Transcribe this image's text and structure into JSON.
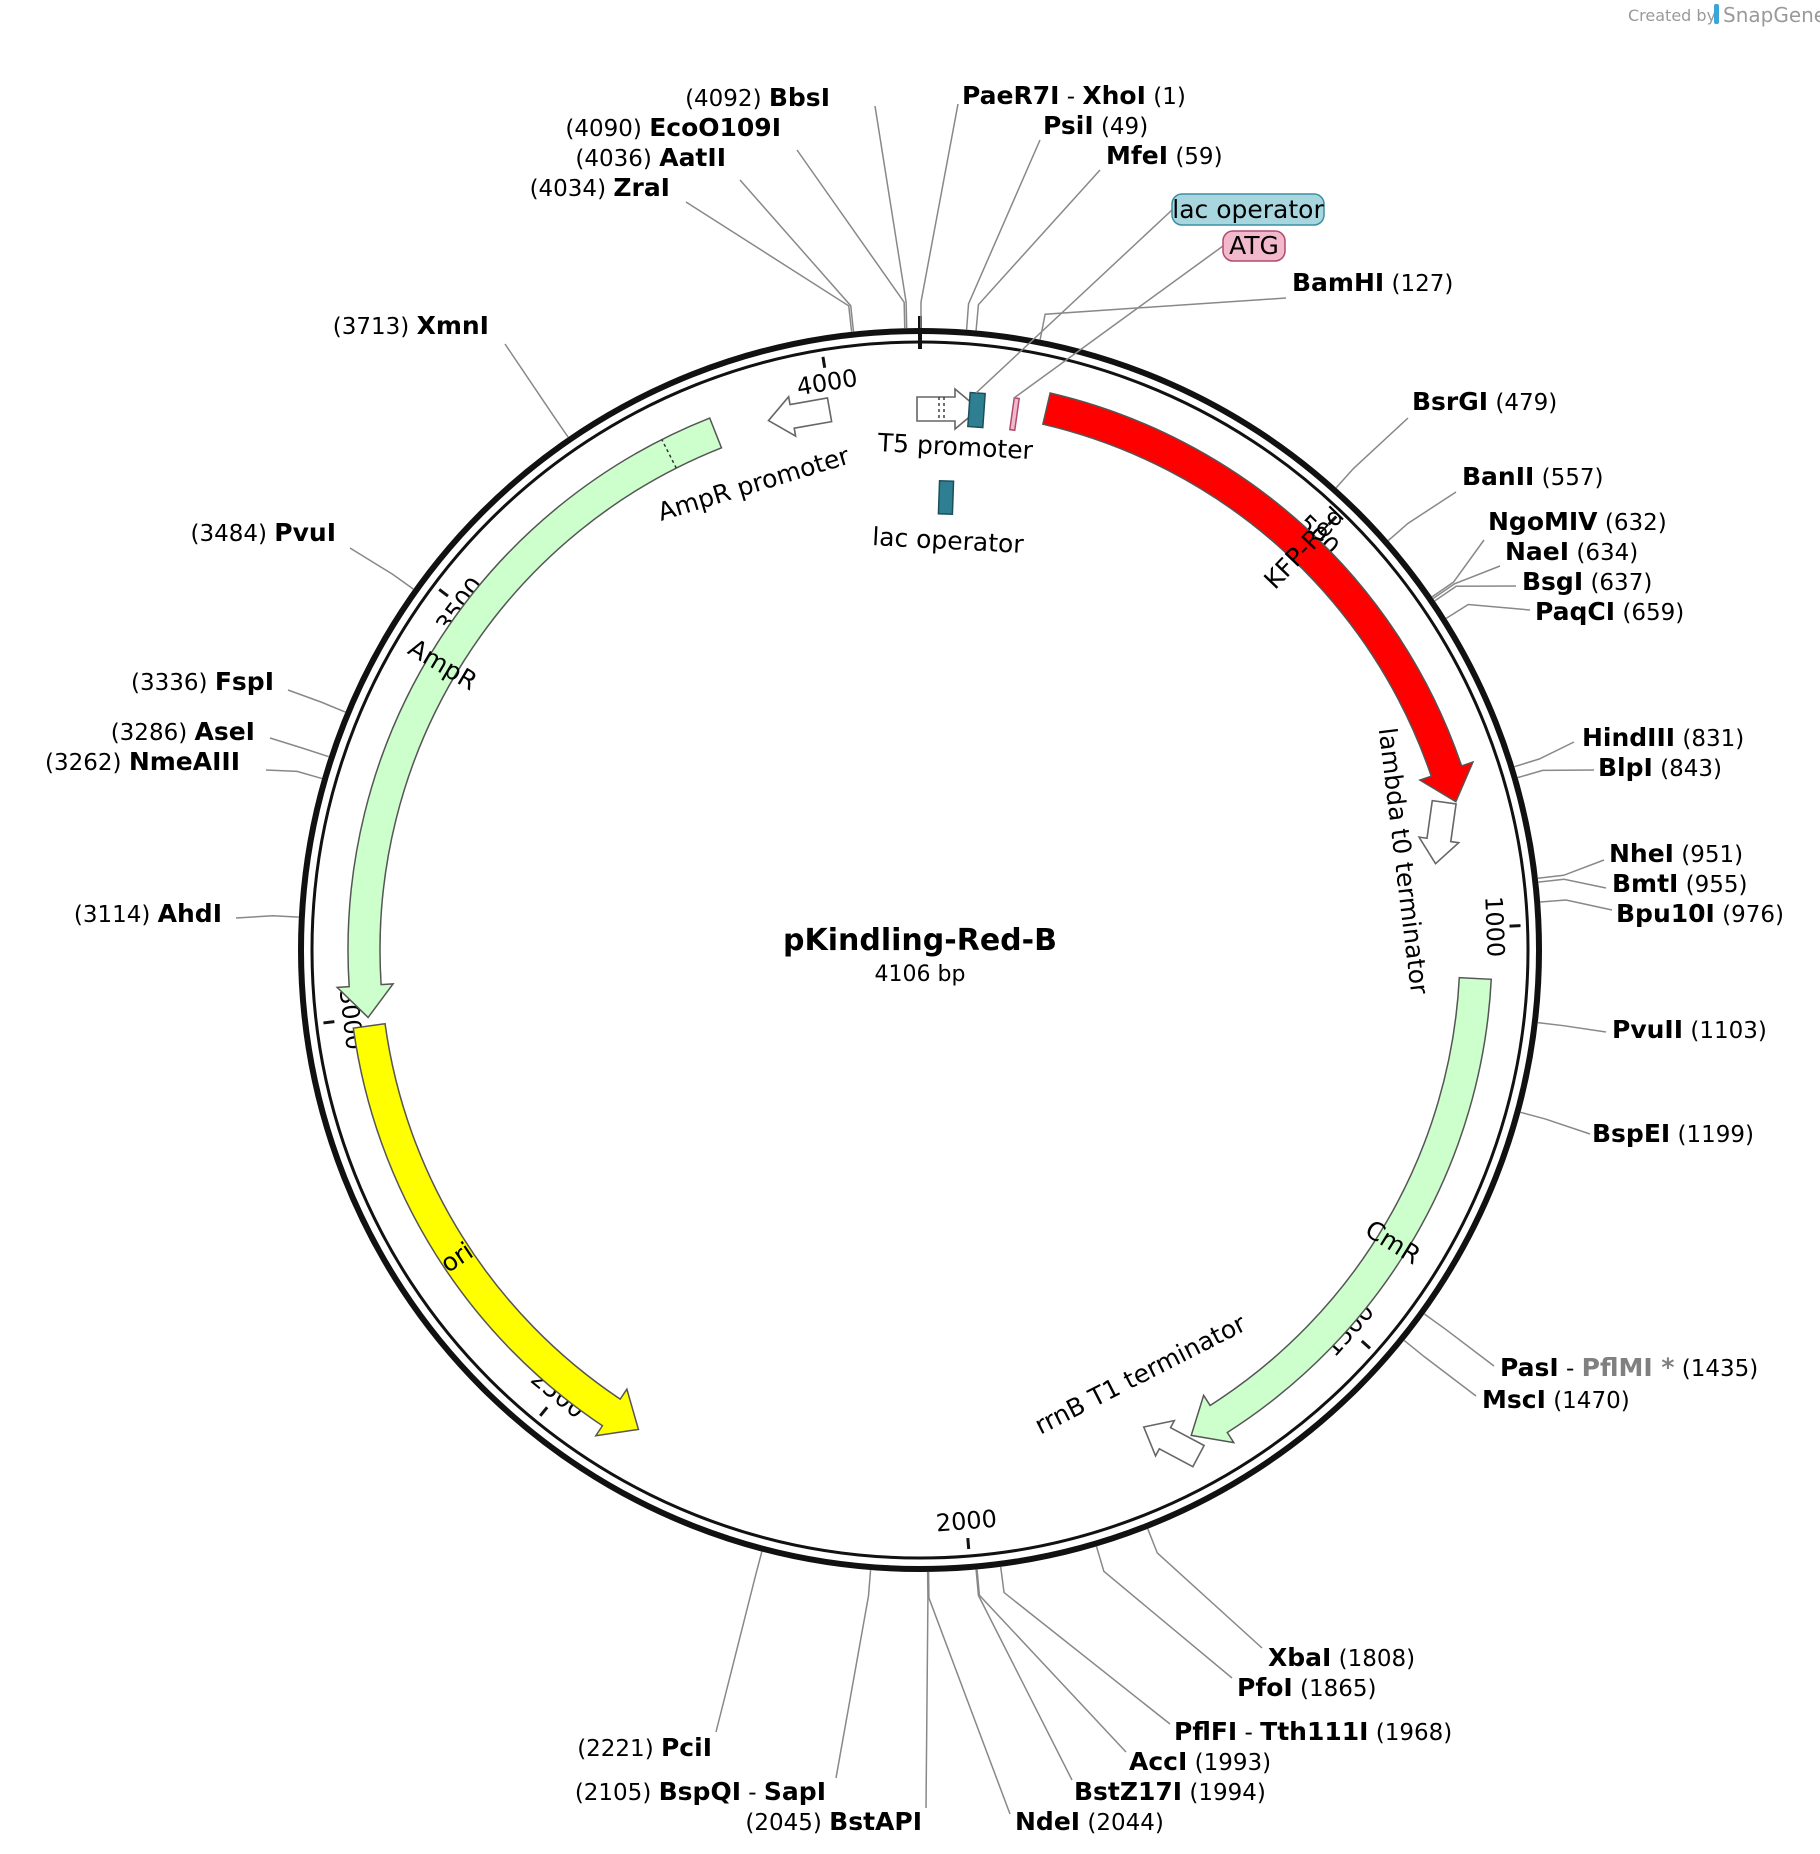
{
  "credit": {
    "created_by": "Created by",
    "brand": "SnapGene"
  },
  "plasmid": {
    "name": "pKindling-Red-B",
    "length": 4106,
    "length_label": "4106 bp"
  },
  "ticks": [
    {
      "pos": 500,
      "label": "500"
    },
    {
      "pos": 1000,
      "label": "1000"
    },
    {
      "pos": 1500,
      "label": "1500"
    },
    {
      "pos": 2000,
      "label": "2000"
    },
    {
      "pos": 2500,
      "label": "2500"
    },
    {
      "pos": 3000,
      "label": "3000"
    },
    {
      "pos": 3500,
      "label": "3500"
    },
    {
      "pos": 4000,
      "label": "4000"
    }
  ],
  "features": [
    {
      "name": "KFP-Red",
      "start": 150,
      "end": 850,
      "strand": 1,
      "color": "#ff0000",
      "text_color": "#ffffff",
      "label_inside": true
    },
    {
      "name": "CmR",
      "start": 1060,
      "end": 1720,
      "strand": 1,
      "color": "#ccffcc",
      "text_color": "#000000",
      "label_inside": true
    },
    {
      "name": "AmpR",
      "start": 3000,
      "end": 3860,
      "strand": -1,
      "color": "#ccffcc",
      "text_color": "#000000",
      "label_inside": true
    },
    {
      "name": "ori",
      "start": 2400,
      "end": 2990,
      "strand": -1,
      "color": "#ffff00",
      "text_color": "#000000",
      "label_inside": true
    }
  ],
  "small_arrows": [
    {
      "name": "T5 promoter",
      "pos": 4106,
      "strand": 1
    },
    {
      "name": "AmpR promoter",
      "pos": 3890,
      "strand": -1
    },
    {
      "name": "lambda t0 terminator",
      "pos": 930,
      "strand": 1
    },
    {
      "name": "rrnB T1 terminator",
      "pos": 1760,
      "strand": -1
    }
  ],
  "callouts": [
    {
      "name": "lac operator",
      "fill": "#a8d6df",
      "stroke": "#3d8fa3"
    },
    {
      "name": "ATG",
      "fill": "#f2b8cc",
      "stroke": "#b34a6e"
    }
  ],
  "inner_labels": {
    "lac_operator": "lac operator"
  },
  "enzymes": [
    {
      "name": "BbsI",
      "pos": "(4092)",
      "site": 4092,
      "side": "left"
    },
    {
      "name": "EcoO109I",
      "pos": "(4090)",
      "site": 4090,
      "side": "left"
    },
    {
      "name": "AatII",
      "pos": "(4036)",
      "site": 4036,
      "side": "left"
    },
    {
      "name": "ZraI",
      "pos": "(4034)",
      "site": 4034,
      "side": "left"
    },
    {
      "name": "XmnI",
      "pos": "(3713)",
      "site": 3713,
      "side": "left"
    },
    {
      "name": "PvuI",
      "pos": "(3484)",
      "site": 3484,
      "side": "left"
    },
    {
      "name": "FspI",
      "pos": "(3336)",
      "site": 3336,
      "side": "left"
    },
    {
      "name": "AseI",
      "pos": "(3286)",
      "site": 3286,
      "side": "left"
    },
    {
      "name": "NmeAIII",
      "pos": "(3262)",
      "site": 3262,
      "side": "left"
    },
    {
      "name": "AhdI",
      "pos": "(3114)",
      "site": 3114,
      "side": "left"
    },
    {
      "name": "PaeR7I",
      "sep": "-",
      "name2": "XhoI",
      "pos": "(1)",
      "site": 1,
      "side": "right"
    },
    {
      "name": "PsiI",
      "pos": "(49)",
      "site": 49,
      "side": "right"
    },
    {
      "name": "MfeI",
      "pos": "(59)",
      "site": 59,
      "side": "right"
    },
    {
      "name": "BamHI",
      "pos": "(127)",
      "site": 127,
      "side": "right"
    },
    {
      "name": "BsrGI",
      "pos": "(479)",
      "site": 479,
      "side": "right"
    },
    {
      "name": "BanII",
      "pos": "(557)",
      "site": 557,
      "side": "right"
    },
    {
      "name": "NgoMIV",
      "pos": "(632)",
      "site": 632,
      "side": "right"
    },
    {
      "name": "NaeI",
      "pos": "(634)",
      "site": 634,
      "side": "right"
    },
    {
      "name": "BsgI",
      "pos": "(637)",
      "site": 637,
      "side": "right"
    },
    {
      "name": "PaqCI",
      "pos": "(659)",
      "site": 659,
      "side": "right"
    },
    {
      "name": "HindIII",
      "pos": "(831)",
      "site": 831,
      "side": "right"
    },
    {
      "name": "BlpI",
      "pos": "(843)",
      "site": 843,
      "side": "right"
    },
    {
      "name": "NheI",
      "pos": "(951)",
      "site": 951,
      "side": "right"
    },
    {
      "name": "BmtI",
      "pos": "(955)",
      "site": 955,
      "side": "right"
    },
    {
      "name": "Bpu10I",
      "pos": "(976)",
      "site": 976,
      "side": "right"
    },
    {
      "name": "PvuII",
      "pos": "(1103)",
      "site": 1103,
      "side": "right"
    },
    {
      "name": "BspEI",
      "pos": "(1199)",
      "site": 1199,
      "side": "right"
    },
    {
      "name": "PasI",
      "sep": "-",
      "name2": "PflMI *",
      "name2_gray": true,
      "pos": "(1435)",
      "site": 1435,
      "side": "right"
    },
    {
      "name": "MscI",
      "pos": "(1470)",
      "site": 1470,
      "side": "right"
    },
    {
      "name": "XbaI",
      "pos": "(1808)",
      "site": 1808,
      "side": "right"
    },
    {
      "name": "PfoI",
      "pos": "(1865)",
      "site": 1865,
      "side": "right"
    },
    {
      "name": "PflFI",
      "sep": "-",
      "name2": "Tth111I",
      "pos": "(1968)",
      "site": 1968,
      "side": "right"
    },
    {
      "name": "AccI",
      "pos": "(1993)",
      "site": 1993,
      "side": "right"
    },
    {
      "name": "BstZ17I",
      "pos": "(1994)",
      "site": 1994,
      "side": "right"
    },
    {
      "name": "NdeI",
      "pos": "(2044)",
      "site": 2044,
      "side": "right"
    },
    {
      "name": "BstAPI",
      "pos": "(2045)",
      "site": 2045,
      "side": "left"
    },
    {
      "name": "BspQI",
      "sep": "-",
      "name2": "SapI",
      "pos": "(2105)",
      "site": 2105,
      "side": "left"
    },
    {
      "name": "PciI",
      "pos": "(2221)",
      "site": 2221,
      "side": "left"
    }
  ]
}
